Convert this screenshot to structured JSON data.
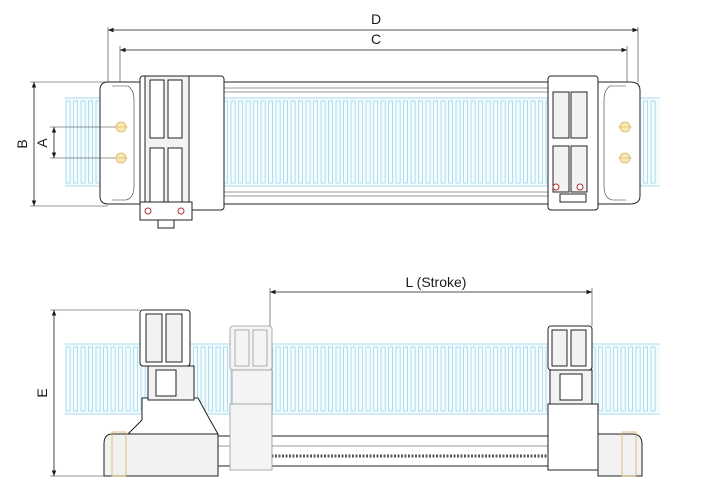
{
  "dimensions": {
    "d": "D",
    "c": "C",
    "b": "B",
    "a": "A",
    "e": "E",
    "stroke": "L (Stroke)"
  },
  "colors": {
    "corrugation": "#8fd0e8",
    "hole": "#d9b25a",
    "outline": "#222222",
    "marker": "#b03030"
  }
}
